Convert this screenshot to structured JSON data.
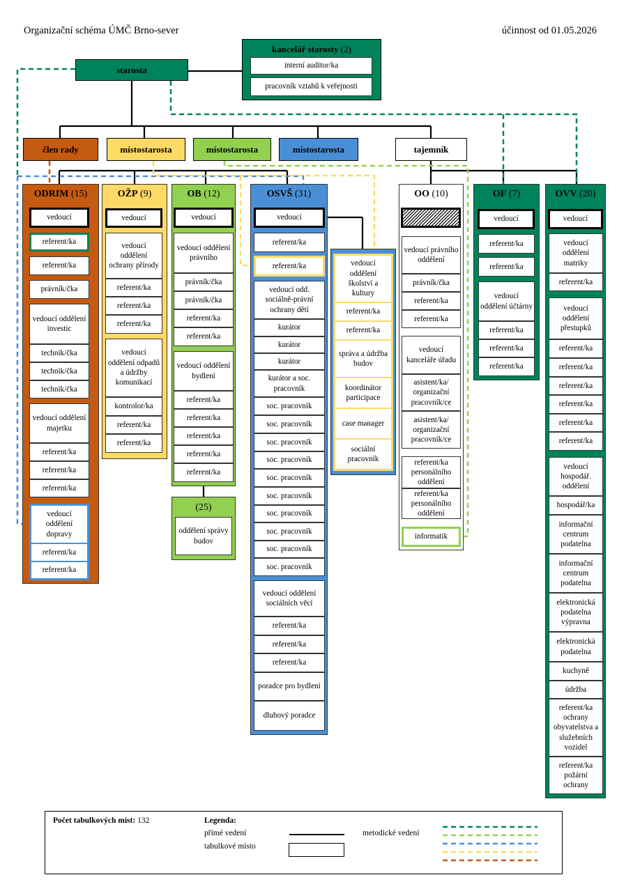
{
  "header": {
    "title": "Organizační schéma ÚMČ Brno-sever",
    "effective": "účinnost od 01.05.2026"
  },
  "colors": {
    "green_dark": "#00835a",
    "orange": "#c55a11",
    "yellow": "#ffd966",
    "green_light": "#92d050",
    "blue": "#4a8fd6",
    "white": "#ffffff"
  },
  "top": {
    "starosta": "starosta",
    "kancelar_title": "kancelář starosty",
    "kancelar_count": "(2)",
    "kancelar_items": [
      "interní auditor/ka",
      "pracovník vztahů k veřejnosti"
    ]
  },
  "level2": {
    "clen_rady": "člen rady",
    "mistostarosta1": "místostarosta",
    "mistostarosta2": "místostarosta",
    "mistostarosta3": "místostarosta",
    "tajemnik": "tajemník"
  },
  "departments": {
    "odrim": {
      "name": "ODRIM",
      "count": "(15)",
      "items": [
        "vedoucí",
        "referent/ka",
        "referent/ka",
        "právník/čka",
        "vedoucí oddělení investic",
        "technik/čka",
        "technik/čka",
        "technik/čka",
        "vedoucí oddělení majetku",
        "referent/ka",
        "referent/ka",
        "referent/ka",
        "vedoucí oddělení dopravy",
        "referent/ka",
        "referent/ka"
      ]
    },
    "ozp": {
      "name": "OŽP",
      "count": "(9)",
      "items": [
        "vedoucí",
        "vedoucí oddělení ochrany přírody",
        "referent/ka",
        "referent/ka",
        "referent/ka",
        "vedoucí oddělení odpadů a údržby komunikací",
        "kontrolor/ka",
        "referent/ka",
        "referent/ka"
      ]
    },
    "ob": {
      "name": "OB",
      "count": "(12)",
      "items": [
        "vedoucí",
        "vedoucí oddělení právního",
        "právník/čka",
        "právník/čka",
        "referent/ka",
        "referent/ka",
        "vedoucí oddělení bydlení",
        "referent/ka",
        "referent/ka",
        "referent/ka",
        "referent/ka",
        "referent/ka"
      ],
      "sub_count": "(25)",
      "sub_item": "oddělení správy budov"
    },
    "osvs": {
      "name": "OSVŠ",
      "count": "(31)",
      "items": [
        "vedoucí",
        "referent/ka",
        "referent/ka",
        "vedoucí odd. sociálně-právní ochrany dětí",
        "kurátor",
        "kurátor",
        "kurátor",
        "kurátor a soc. pracovník",
        "soc. pracovník",
        "soc. pracovník",
        "soc. pracovník",
        "soc. pracovník",
        "soc. pracovník",
        "soc. pracovník",
        "soc. pracovník",
        "soc. pracovník",
        "soc. pracovník",
        "soc. pracovník",
        "vedoucí oddělení sociálních věcí",
        "referent/ka",
        "referent/ka",
        "referent/ka",
        "poradce pro bydlení",
        "dluhový poradce"
      ],
      "school_items": [
        "vedoucí oddělení školství a kultury",
        "referent/ka",
        "referent/ka",
        "správa a údržba budov",
        "koordinátor participace",
        "case manager",
        "sociální pracovník"
      ]
    },
    "oo": {
      "name": "OO",
      "count": "(10)",
      "items": [
        "vedoucí právního oddělení",
        "právník/čka",
        "referent/ka",
        "referent/ka",
        "vedoucí kanceláře úřadu",
        "asistent/ka/ organizační pracovník/ce",
        "asistent/ka/ organizační pracovník/ce",
        "referent/ka personálního oddělení",
        "referent/ka personálního oddělení",
        "informatik"
      ]
    },
    "of": {
      "name": "OF",
      "count": "(7)",
      "items": [
        "vedoucí",
        "referent/ka",
        "referent/ka",
        "vedoucí oddělení účtárny",
        "referent/ka",
        "referent/ka",
        "referent/ka"
      ]
    },
    "ovv": {
      "name": "OVV",
      "count": "(20)",
      "items": [
        "vedoucí",
        "vedoucí oddělení matriky",
        "referent/ka",
        "vedoucí oddělení přestupků",
        "referent/ka",
        "referent/ka",
        "referent/ka",
        "referent/ka",
        "referent/ka",
        "referent/ka",
        "vedoucí hospodář. oddělení",
        "hospodář/ka",
        "informační centrum podatelna",
        "informační centrum podatelna",
        "elektronická podatelna výpravna",
        "elektronická podatelna",
        "kuchyně",
        "údržba",
        "referent/ka ochrany obyvatelstva a služebních vozidel",
        "referent/ka požární ochrany"
      ]
    }
  },
  "legend": {
    "count_label": "Počet tabulkových míst:",
    "count_value": "132",
    "title": "Legenda:",
    "direct": "přímé vedení",
    "position": "tabulkové místo",
    "methodical": "metodické vedení"
  }
}
